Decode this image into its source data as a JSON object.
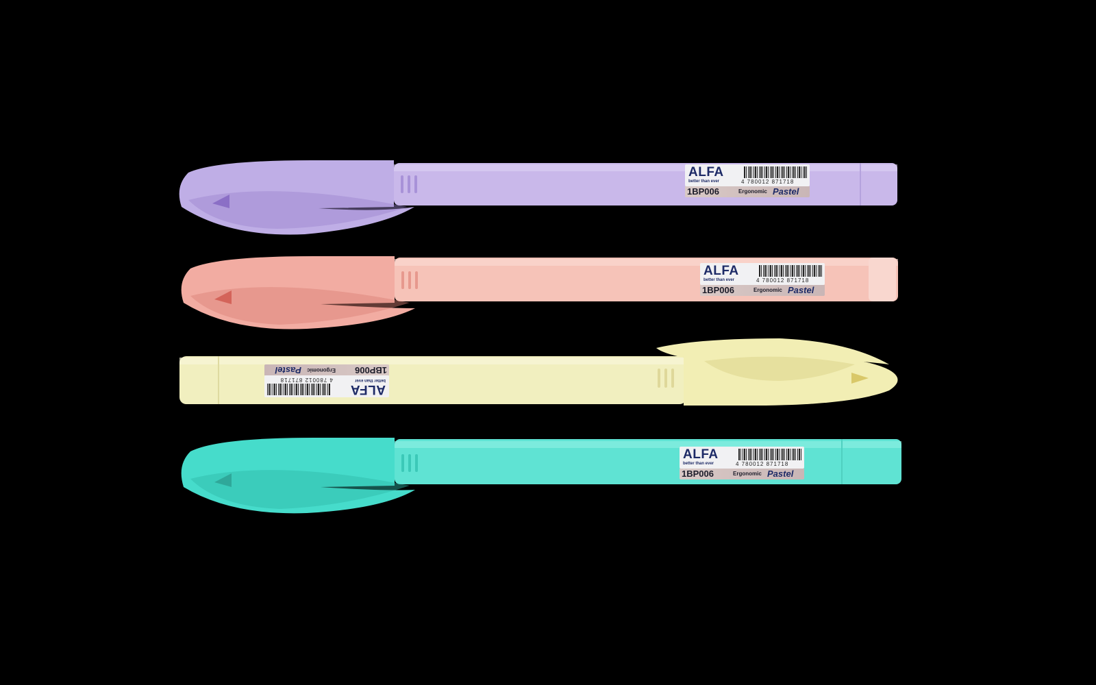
{
  "scene": {
    "description": "Four ALFA Ergonomic Pastel ballpoint pens on a black background",
    "background_color": "#000000"
  },
  "pens": [
    {
      "color_name": "lavender",
      "body_color": "#c9b8ea",
      "cap_color": "#bfaee6",
      "shade_color": "#9b86cf",
      "label": {
        "brand": "ALFA",
        "tagline": "better than ever",
        "barcode_number": "4 780012 871718",
        "model": "1BP006",
        "product_line_1": "Ergonomic",
        "product_line_2": "Pastel"
      }
    },
    {
      "color_name": "peach",
      "body_color": "#f6c3b8",
      "cap_color": "#f2aca2",
      "shade_color": "#d98175",
      "label": {
        "brand": "ALFA",
        "tagline": "better than ever",
        "barcode_number": "4 780012 871718",
        "model": "1BP006",
        "product_line_1": "Ergonomic",
        "product_line_2": "Pastel"
      }
    },
    {
      "color_name": "pale-yellow",
      "body_color": "#f1efbf",
      "cap_color": "#f2eeb4",
      "shade_color": "#d8cf82",
      "label": {
        "brand": "ALFA",
        "tagline": "better than ever",
        "barcode_number": "4 780012 871718",
        "model": "1BP006",
        "product_line_1": "Ergonomic",
        "product_line_2": "Pastel"
      }
    },
    {
      "color_name": "mint",
      "body_color": "#5fe3d3",
      "cap_color": "#46dccb",
      "shade_color": "#2fb7a8",
      "label": {
        "brand": "ALFA",
        "tagline": "better than ever",
        "barcode_number": "4 780012 871718",
        "model": "1BP006",
        "product_line_1": "Ergonomic",
        "product_line_2": "Pastel"
      }
    }
  ]
}
